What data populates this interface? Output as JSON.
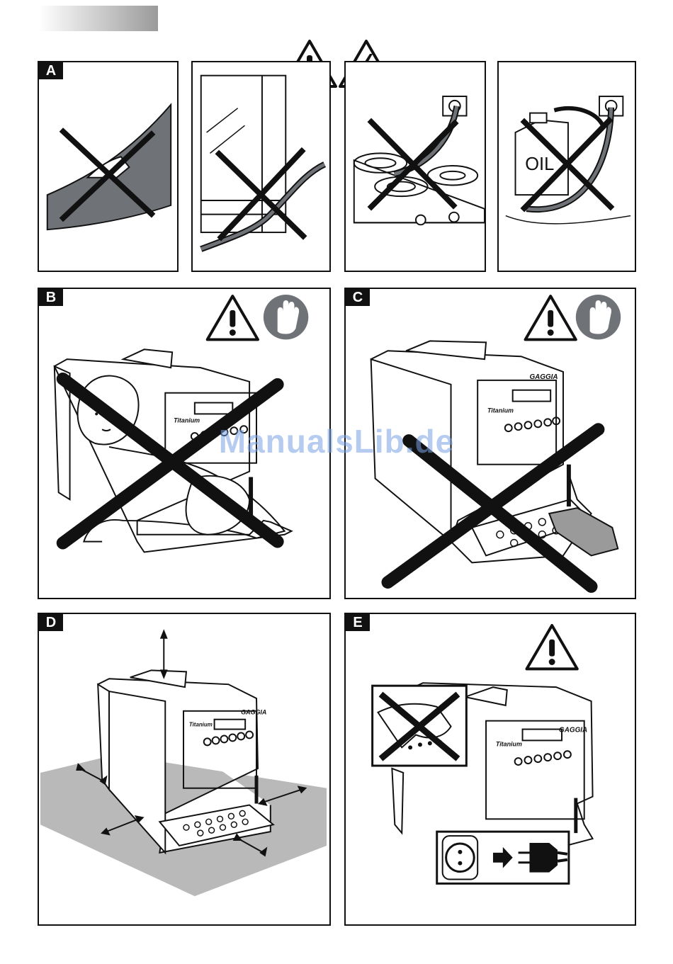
{
  "panels": {
    "a": {
      "label": "A"
    },
    "b": {
      "label": "B"
    },
    "c": {
      "label": "C"
    },
    "d": {
      "label": "D"
    },
    "e": {
      "label": "E"
    }
  },
  "machine": {
    "model": "Titanium",
    "brand": "GAGGIA"
  },
  "oil_can": {
    "text": "OIL"
  },
  "watermark": {
    "text": "ManualsLib.de"
  },
  "colors": {
    "ink": "#111111",
    "gray_fill": "#6f7276",
    "floor_gray": "#b9b9b9",
    "watermark": "#7aa0e1"
  },
  "icons": [
    "warning-triangle-icon",
    "electric-shock-icon",
    "hand-stop-icon",
    "prohibited-cross-icon",
    "socket-icon",
    "plug-icon"
  ]
}
